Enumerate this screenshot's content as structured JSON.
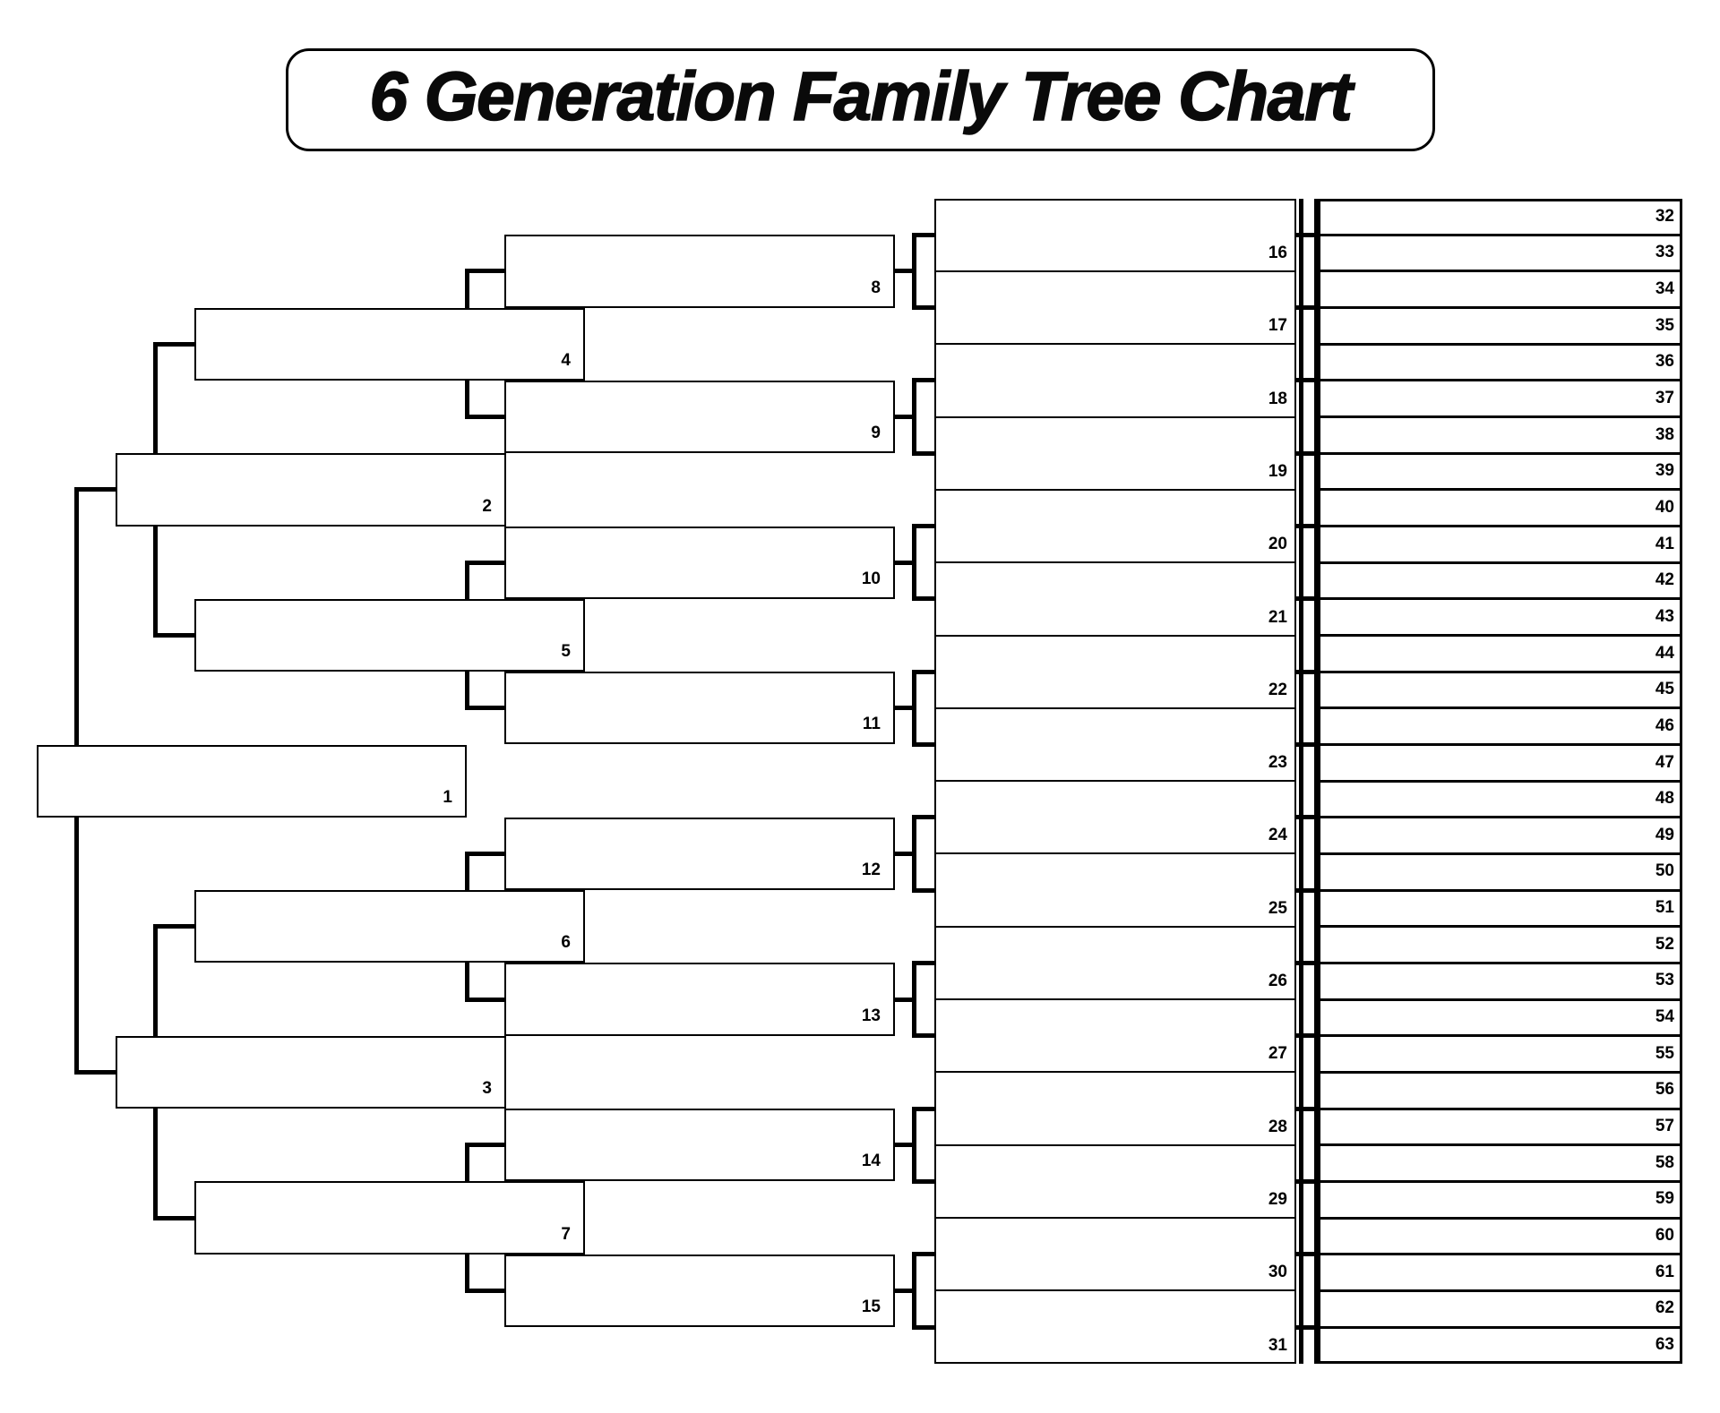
{
  "title": "6 Generation Family Tree Chart",
  "colors": {
    "line": "#000000",
    "box_fill": "#ffffff",
    "background": "#ffffff"
  },
  "tree": {
    "generations": [
      {
        "name": "generation-1",
        "numbers": [
          "1"
        ]
      },
      {
        "name": "generation-2",
        "numbers": [
          "2",
          "3"
        ]
      },
      {
        "name": "generation-3",
        "numbers": [
          "4",
          "5",
          "6",
          "7"
        ]
      },
      {
        "name": "generation-4",
        "numbers": [
          "8",
          "9",
          "10",
          "11",
          "12",
          "13",
          "14",
          "15"
        ]
      },
      {
        "name": "generation-5",
        "numbers": [
          "16",
          "17",
          "18",
          "19",
          "20",
          "21",
          "22",
          "23",
          "24",
          "25",
          "26",
          "27",
          "28",
          "29",
          "30",
          "31"
        ]
      },
      {
        "name": "generation-6",
        "numbers": [
          "32",
          "33",
          "34",
          "35",
          "36",
          "37",
          "38",
          "39",
          "40",
          "41",
          "42",
          "43",
          "44",
          "45",
          "46",
          "47",
          "48",
          "49",
          "50",
          "51",
          "52",
          "53",
          "54",
          "55",
          "56",
          "57",
          "58",
          "59",
          "60",
          "61",
          "62",
          "63"
        ]
      }
    ]
  }
}
